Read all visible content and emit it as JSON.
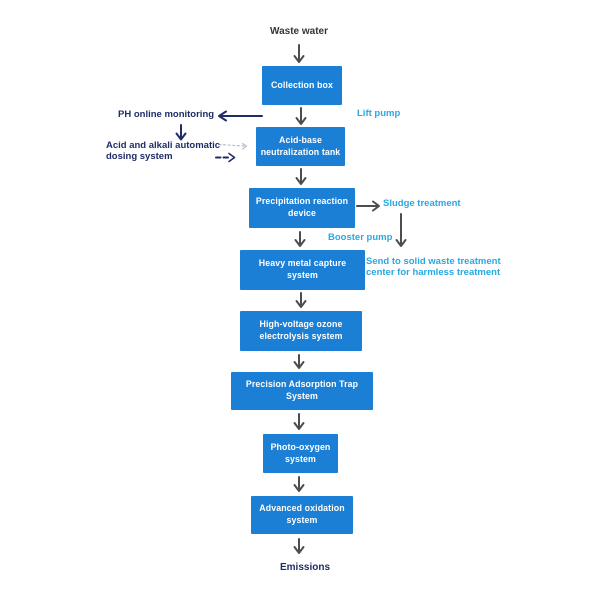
{
  "colors": {
    "box_blue": "#1a7fd5",
    "cyan_label": "#29a9e1",
    "navy_label": "#1f2d66",
    "arrow_gray": "#4d4d4d",
    "box_text": "#ffffff"
  },
  "source": {
    "label": "Waste water"
  },
  "sink": {
    "label": "Emissions"
  },
  "boxes": {
    "collection": "Collection box",
    "tank": "Acid-base\nneutralization tank",
    "precipitation": "Precipitation reaction\ndevice",
    "heavy_metal": "Heavy metal capture\nsystem",
    "high_voltage": "High-voltage ozone\nelectrolysis system",
    "adsorption": "Precision Adsorption Trap\nSystem",
    "photo_oxygen": "Photo-oxygen\nsystem",
    "advanced_oxidation": "Advanced oxidation\nsystem"
  },
  "annotations": {
    "lift_pump": "Lift pump",
    "ph_monitoring": "PH online monitoring",
    "dosing_system": "Acid and alkali automatic\n dosing system",
    "sludge_treatment": "Sludge treatment",
    "booster_pump": "Booster pump",
    "solid_waste": "Send to solid waste treatment\ncenter for harmless treatment"
  }
}
